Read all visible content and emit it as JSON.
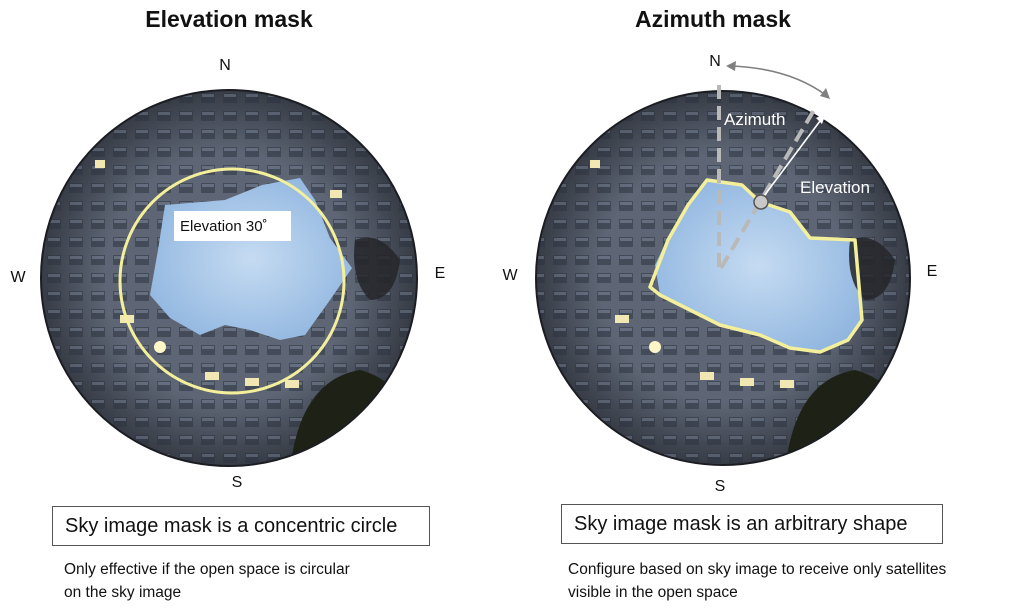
{
  "panels": [
    {
      "title": "Elevation mask",
      "compass": {
        "n": "N",
        "e": "E",
        "s": "S",
        "w": "W"
      },
      "mask_label": "Elevation 30˚",
      "caption": "Sky image mask is a concentric circle",
      "note": "Only effective if the open space is circular\non the sky image"
    },
    {
      "title": "Azimuth mask",
      "compass": {
        "n": "N",
        "e": "E",
        "s": "S",
        "w": "W"
      },
      "azimuth_label": "Azimuth",
      "elevation_label": "Elevation",
      "caption": "Sky image mask is an arbitrary shape",
      "note": "Configure based on sky image to receive only satellites\n visible in the open space"
    }
  ],
  "colors": {
    "mask_outline": "#f3ef9a",
    "sky": "#9cc0e6",
    "building": "#4a5260",
    "guide_dashed": "#b9b9b9"
  }
}
